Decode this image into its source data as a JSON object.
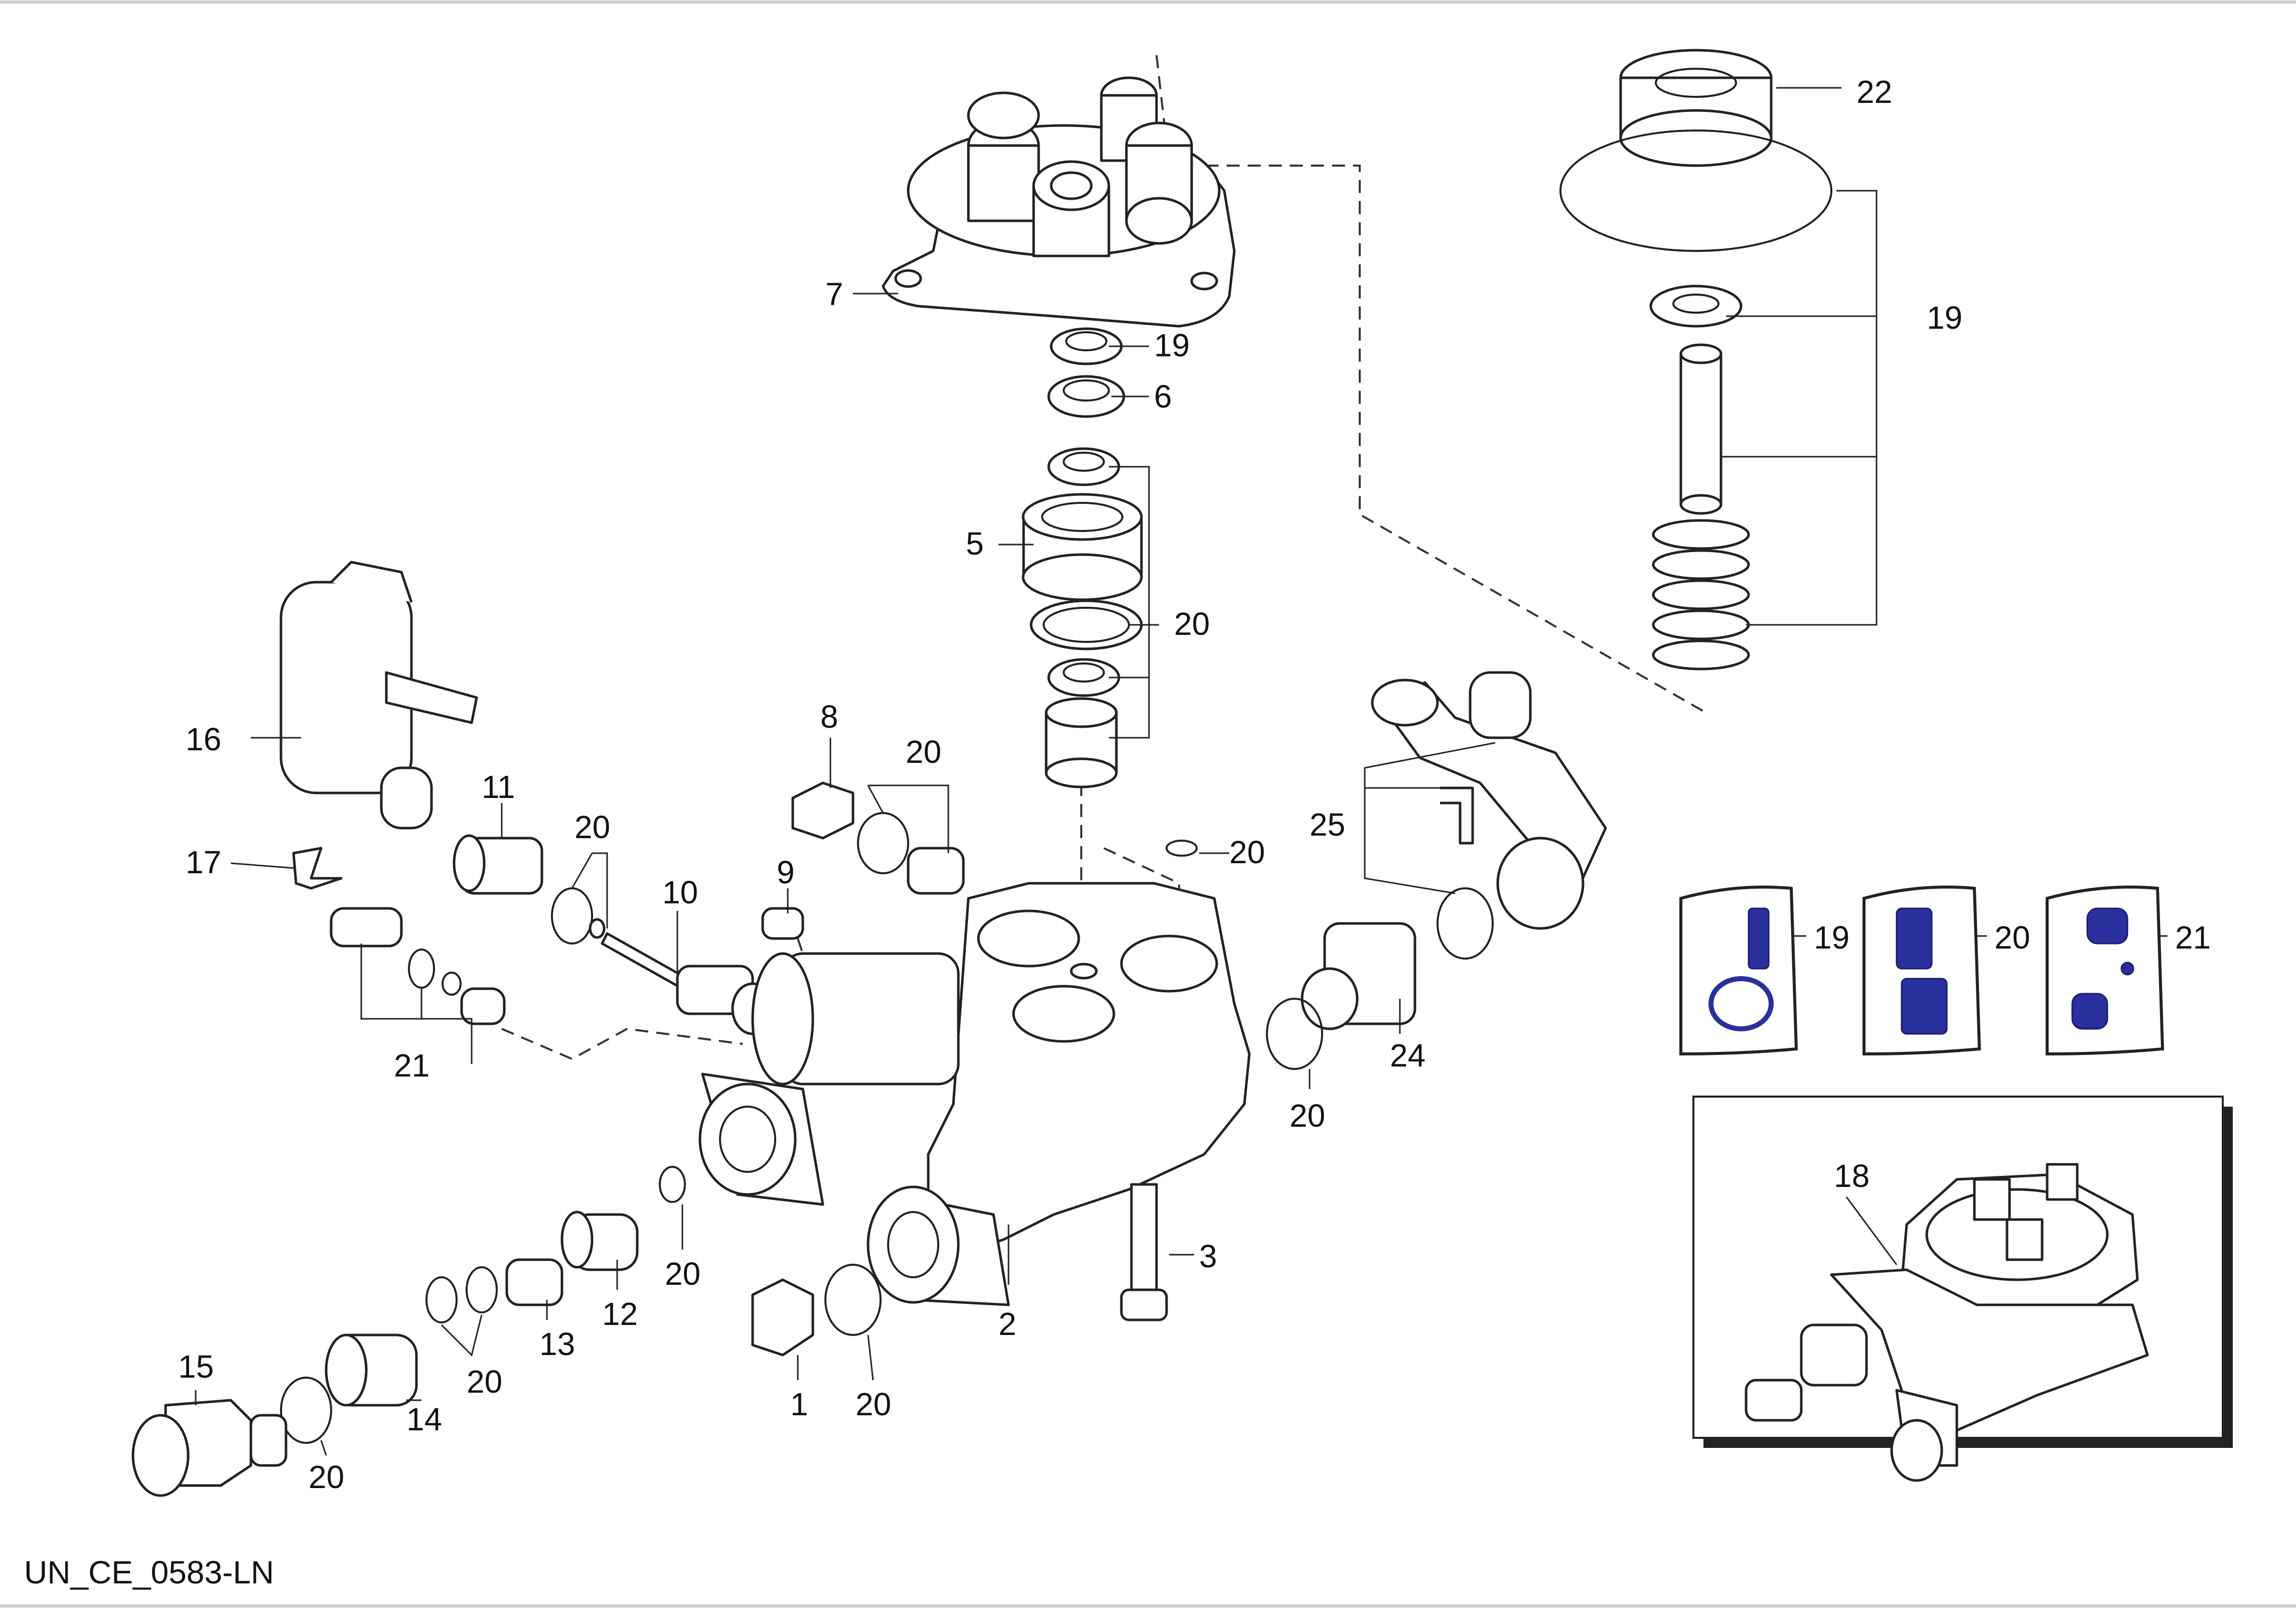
{
  "drawing_code": "UN_CE_0583-LN",
  "callouts": {
    "c1": "1",
    "c2": "2",
    "c3": "3",
    "c5": "5",
    "c6": "6",
    "c7": "7",
    "c8": "8",
    "c9": "9",
    "c10": "10",
    "c11": "11",
    "c12": "12",
    "c13": "13",
    "c14": "14",
    "c15": "15",
    "c16": "16",
    "c17": "17",
    "c18": "18",
    "c19a": "19",
    "c19b": "19",
    "c19c": "19",
    "c20a": "20",
    "c20b": "20",
    "c20c": "20",
    "c20d": "20",
    "c20e": "20",
    "c20f": "20",
    "c20g": "20",
    "c20h": "20",
    "c20i": "20",
    "c20j": "20",
    "c21a": "21",
    "c21b": "21",
    "c22": "22",
    "c24": "24",
    "c25": "25"
  },
  "kits": [
    {
      "label": "19",
      "icon": "seal-kit-icon"
    },
    {
      "label": "20",
      "icon": "oring-kit-icon"
    },
    {
      "label": "21",
      "icon": "valve-kit-icon"
    }
  ],
  "colors": {
    "kit_blue": "#2a2f9e",
    "line": "#222222"
  }
}
